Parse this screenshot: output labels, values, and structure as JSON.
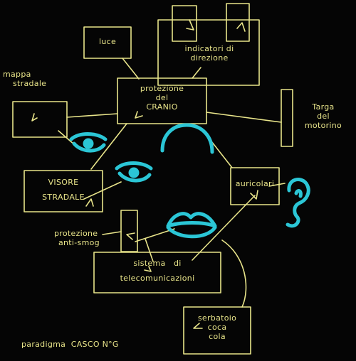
{
  "nodes": {
    "luce": {
      "label": "luce"
    },
    "indicatori": {
      "line1": "indicatori di",
      "line2": "direzione"
    },
    "mappa": {
      "line1": "mappa",
      "line2": "stradale"
    },
    "protezione_cranio": {
      "line1": "protezione",
      "line2": "del",
      "line3": "CRANIO"
    },
    "targa": {
      "line1": "Targa",
      "line2": "del",
      "line3": "motorino"
    },
    "visore": {
      "line1": "VISORE",
      "line2": "STRADALE"
    },
    "auricolari": {
      "label": "auricolari"
    },
    "antismog": {
      "line1": "protezione",
      "line2": "anti-smog"
    },
    "telecom": {
      "line1": "sistema   di",
      "line2": "telecomunicazioni"
    },
    "serbatoio": {
      "line1": "serbatoio",
      "line2": "coca",
      "line3": "cola"
    }
  },
  "caption": "paradigma  CASCO N°G",
  "colors": {
    "ink": "#e8e48a",
    "accent": "#2bc6d6",
    "background": "#050505"
  },
  "icons": [
    "eye-icon",
    "eye-icon",
    "ear-icon",
    "lips-icon",
    "helmet-arc-icon"
  ]
}
